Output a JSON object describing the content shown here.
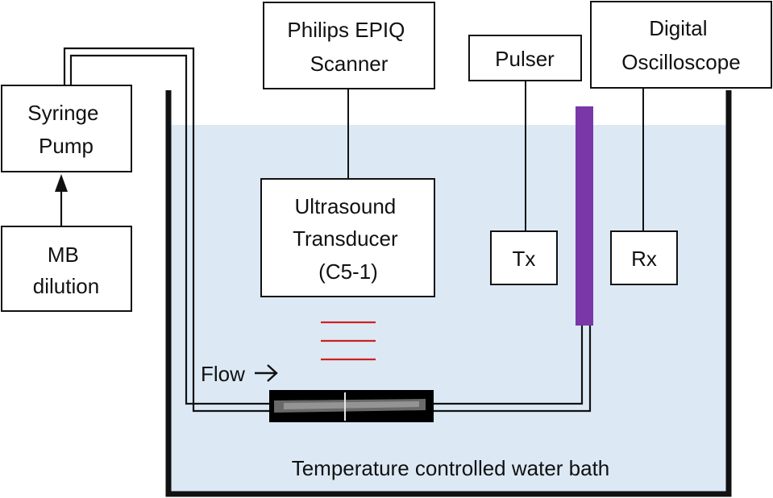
{
  "colors": {
    "water": "#dce9f5",
    "stroke": "#111111",
    "purple_probe": "#7a37a8",
    "ultrasound_lines": "#cc2222",
    "vessel_bg": "#000000"
  },
  "boxes": {
    "syringe_pump": [
      "Syringe",
      "Pump"
    ],
    "mb_dilution": [
      "MB",
      "dilution"
    ],
    "scanner": [
      "Philips EPIQ",
      "Scanner"
    ],
    "pulser": [
      "Pulser"
    ],
    "oscilloscope": [
      "Digital",
      "Oscilloscope"
    ],
    "transducer": [
      "Ultrasound",
      "Transducer",
      "(C5-1)"
    ],
    "tx": [
      "Tx"
    ],
    "rx": [
      "Rx"
    ]
  },
  "flow_label": "Flow",
  "bath_label": "Temperature controlled water bath"
}
